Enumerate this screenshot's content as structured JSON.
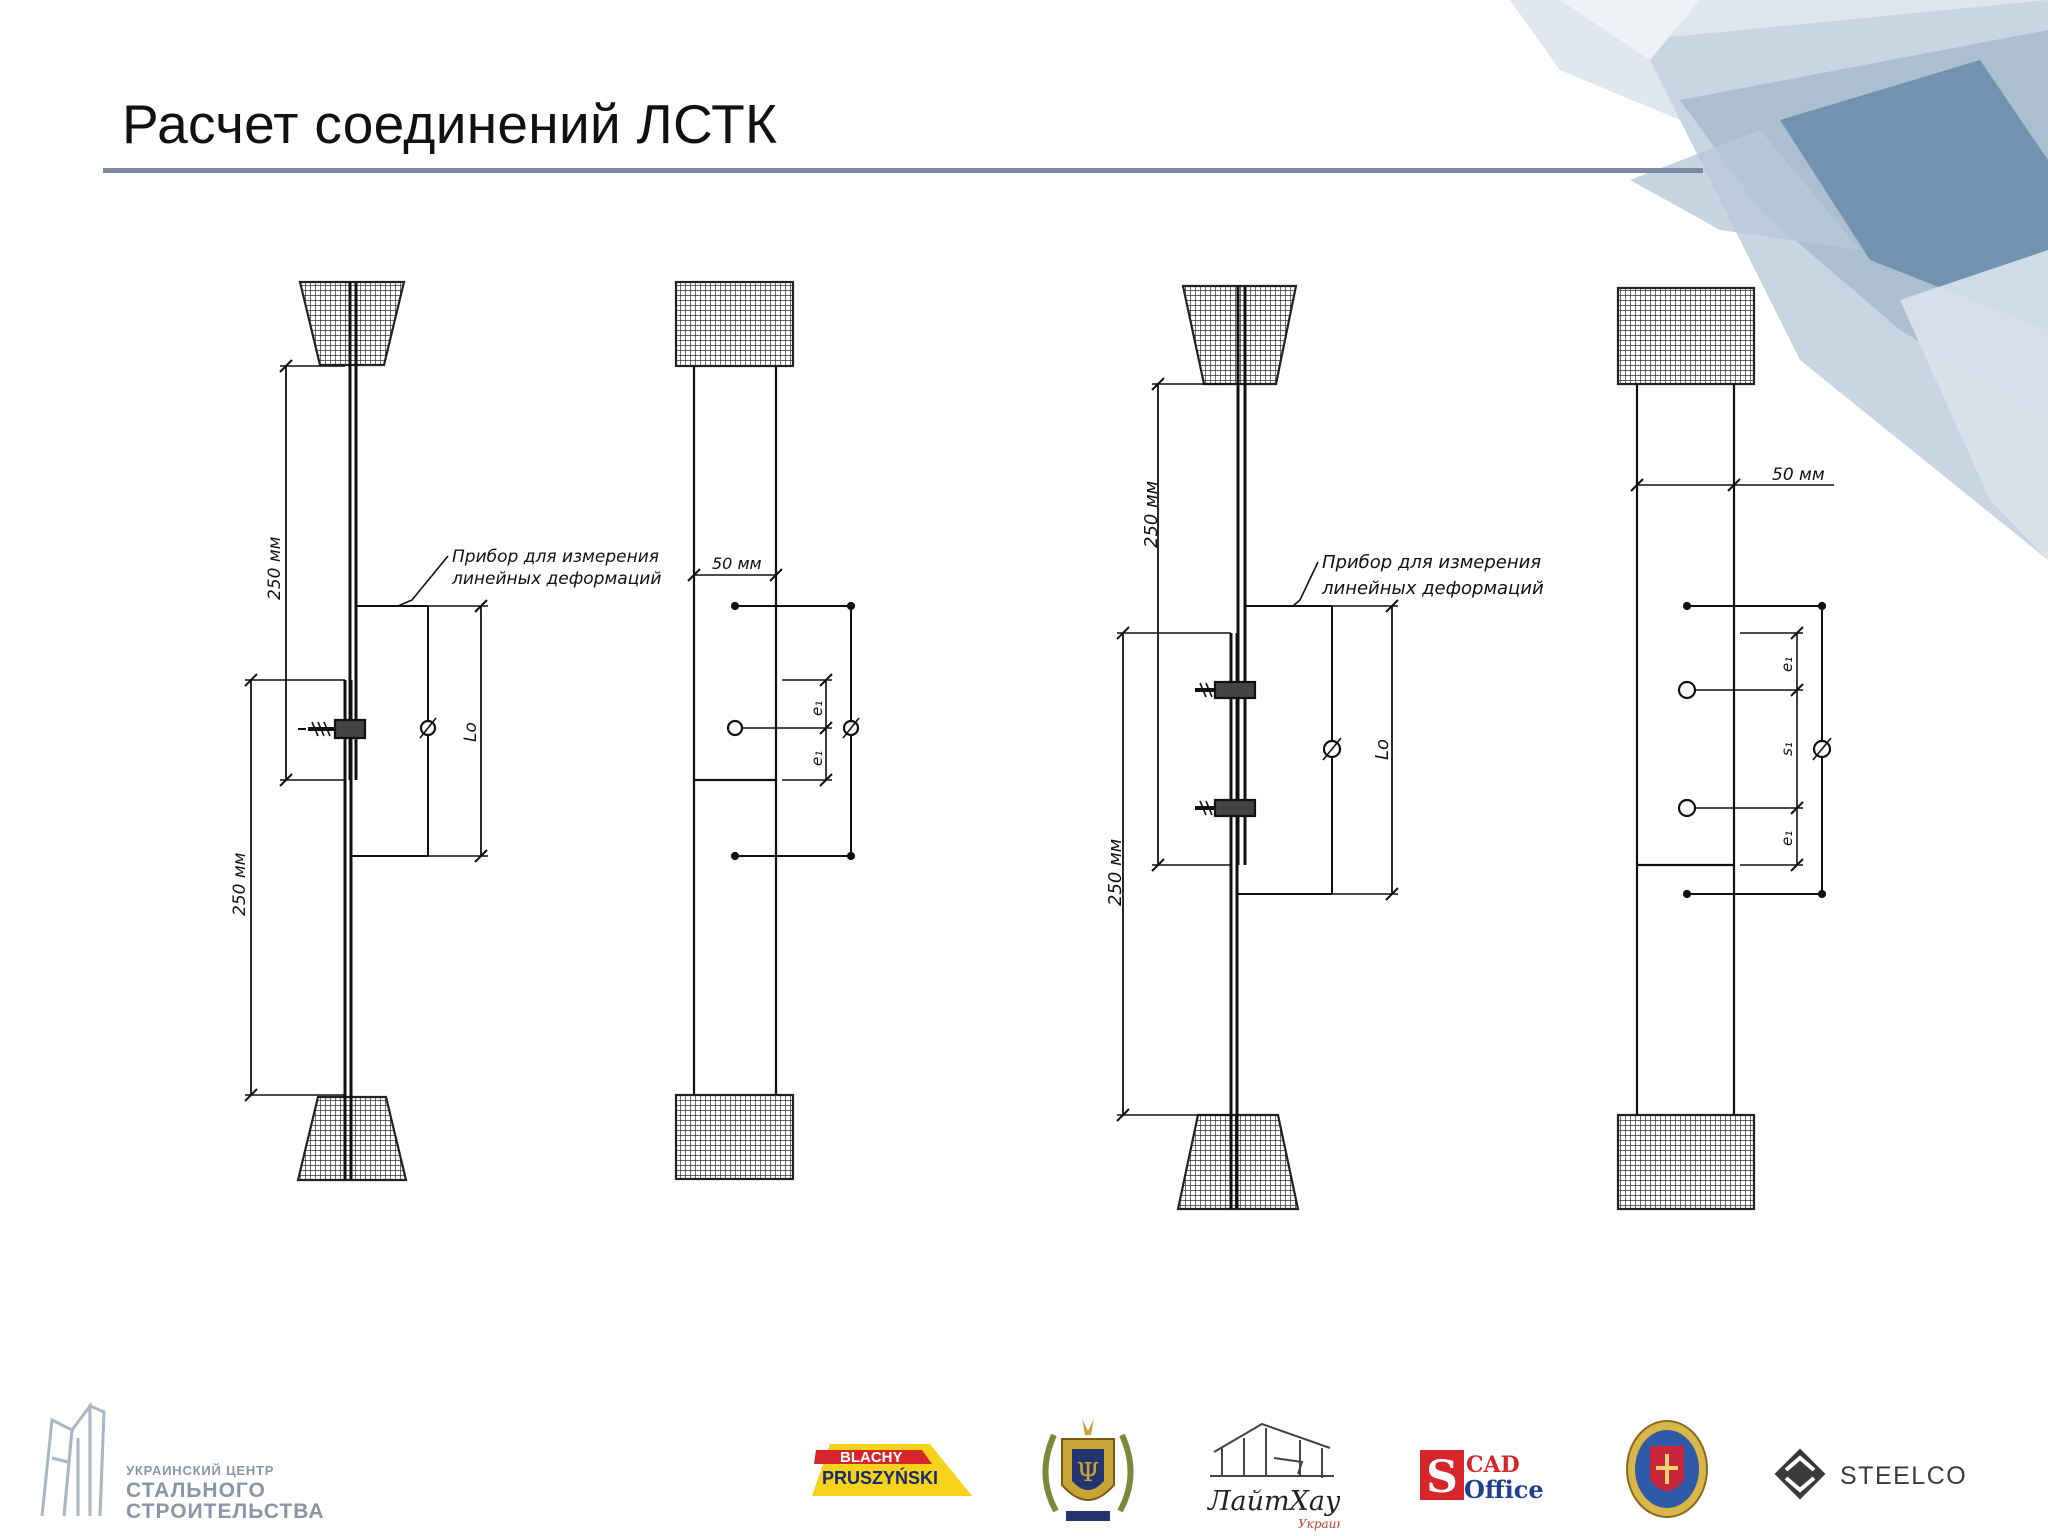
{
  "title": "Расчет соединений ЛСТК",
  "drawings": {
    "d1": {
      "dim_top": "250 мм",
      "dim_bottom": "250 мм",
      "note_l1": "Прибор для измерения",
      "note_l2": "линейных деформаций",
      "lo": "Lo"
    },
    "d2": {
      "width": "50 мм",
      "e_top": "e₁",
      "e_bottom": "e₁"
    },
    "d3": {
      "dim_top": "250 мм",
      "dim_bottom": "250 мм",
      "note_l1": "Прибор для измерения",
      "note_l2": "линейных деформаций",
      "lo": "Lo"
    },
    "d4": {
      "width": "50 мм",
      "e_top": "e₁",
      "s": "s₁",
      "e_bottom": "e₁"
    }
  },
  "footer": {
    "ucss": {
      "line1": "УКРАИНСКИЙ ЦЕНТР",
      "line2": "СТАЛЬНОГО",
      "line3": "СТРОИТЕЛЬСТВА"
    },
    "logos": [
      {
        "name": "blachy-pruszynski",
        "text_top": "BLACHY",
        "text_main": "PRUSZYŃSKI"
      },
      {
        "name": "university-crest",
        "text": ""
      },
      {
        "name": "light-house",
        "text": "ЛайтХаус",
        "sub": "Украина"
      },
      {
        "name": "cad-office",
        "text_a": "CAD",
        "text_b": "Office"
      },
      {
        "name": "round-seal",
        "text": ""
      },
      {
        "name": "steelco",
        "text": "STEELCO"
      }
    ]
  }
}
